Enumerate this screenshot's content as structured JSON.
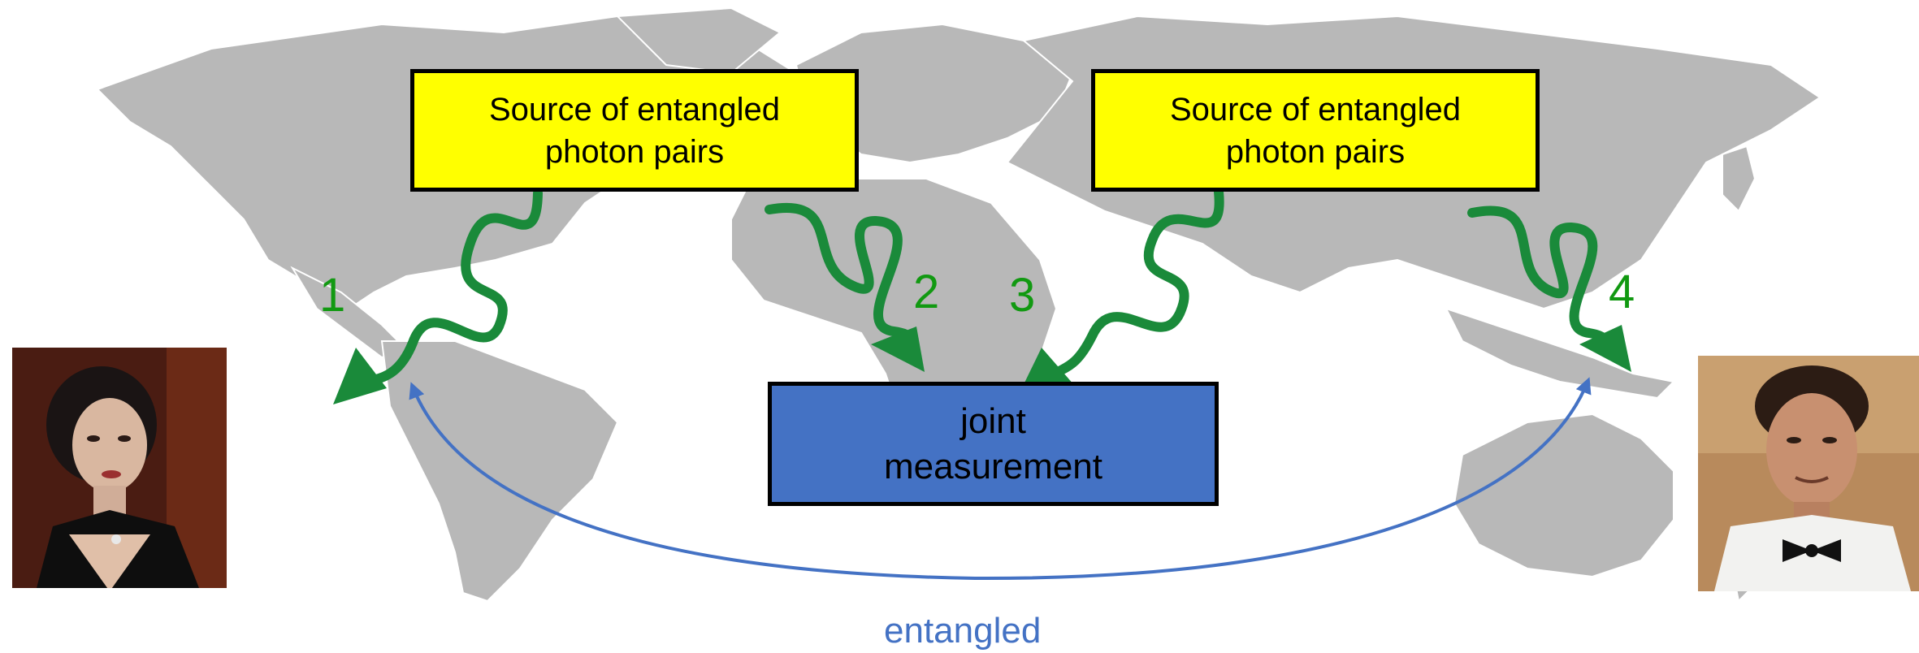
{
  "colors": {
    "land": "#b8b8b8",
    "source_fill": "#ffff00",
    "joint_fill": "#4472c4",
    "photon_green": "#1a8a3a",
    "label_green": "#119911",
    "entangled_blue": "#4472c4"
  },
  "sources": [
    {
      "label": "Source of entangled photon pairs"
    },
    {
      "label": "Source of entangled photon pairs"
    }
  ],
  "joint_measurement": {
    "label": "joint measurement"
  },
  "photon_labels": [
    "1",
    "2",
    "3",
    "4"
  ],
  "entangled_label": "entangled",
  "portraits": [
    {
      "icon": "woman-portrait-icon"
    },
    {
      "icon": "man-portrait-icon"
    }
  ]
}
